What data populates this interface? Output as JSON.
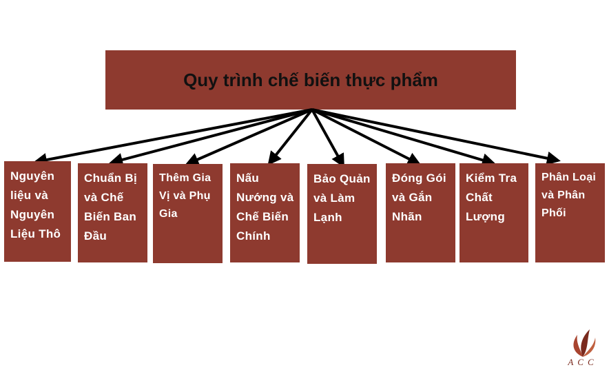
{
  "diagram": {
    "title": "Quy trình chế biến thực phẩm",
    "box_color": "#8e3a2f",
    "arrow_color": "#000000",
    "steps": [
      {
        "label": "Nguyên\nliệu và\nNguyên\nLiệu Thô"
      },
      {
        "label": "Chuẩn Bị\nvà Chế\nBiến Ban\nĐầu"
      },
      {
        "label": "Thêm Gia\nVị và Phụ\nGia"
      },
      {
        "label": "Nấu\nNướng và\nChế Biến\nChính"
      },
      {
        "label": "Bảo Quản\nvà Làm\nLạnh"
      },
      {
        "label": "Đóng Gói\nvà Gắn\nNhãn"
      },
      {
        "label": "Kiểm Tra\nChất\nLượng"
      },
      {
        "label": "Phân Loại\nvà Phân\nPhối"
      }
    ]
  },
  "logo": {
    "text": "ACC",
    "icon": "flame-leaf-icon",
    "color": "#7a2a1e"
  }
}
